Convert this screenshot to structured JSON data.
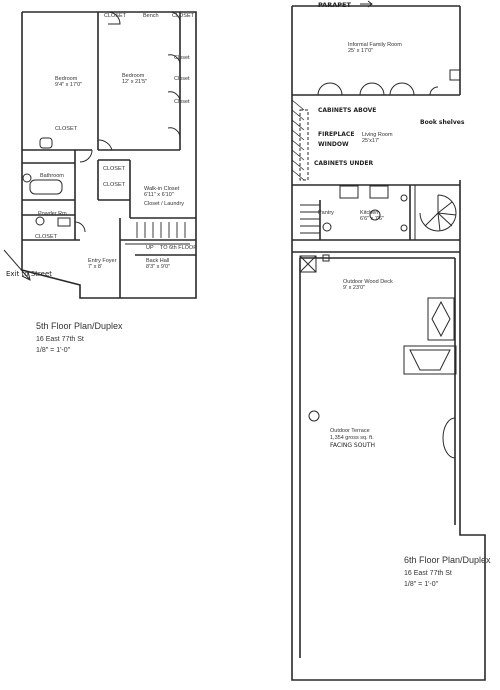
{
  "plan5": {
    "rooms": {
      "closet_top_left": "CLOSET",
      "bench": "Bench",
      "closet_top_right": "CLOSET",
      "bedroom1_name": "Bedroom",
      "bedroom1_size": "9'4\" x 17'0\"",
      "bedroom2_name": "Bedroom",
      "bedroom2_size": "12' x 21'5\"",
      "closet_right_1": "Closet",
      "closet_right_2": "Closet",
      "closet_right_3": "Closet",
      "closet_left": "CLOSET",
      "bathroom": "Bathroom",
      "closet_mid_1": "CLOSET",
      "closet_mid_2": "CLOSET",
      "walkin_name": "Walk-in Closet",
      "walkin_size": "6'11\" x 6'10\"",
      "closet_laundry": "Closet / Laundry",
      "powder": "Powder Rm.",
      "closet_powder": "CLOSET",
      "entry_name": "Entry Foyer",
      "entry_size": "7' x 8'",
      "up": "UP",
      "to_6th": "TO 6th FLOOR",
      "back_hall_name": "Back Hall",
      "back_hall_size": "8'3\" x 9'0\"",
      "exit": "Exit to Street"
    },
    "title": "5th Floor Plan/Duplex",
    "address": "16 East 77th St",
    "scale": "1/8\" = 1'-0\""
  },
  "plan6": {
    "parapet": "PARAPET",
    "rooms": {
      "family_name": "Informal Family Room",
      "family_size": "25' x 17'0\"",
      "cabinets_above": "CABINETS ABOVE",
      "books": "Book shelves",
      "fireplace": "FIREPLACE",
      "window": "WINDOW",
      "living_name": "Living Room",
      "living_size": "25'x17'",
      "cabinets_under": "CABINETS UNDER",
      "pantry": "Pantry",
      "kitchen_name": "Kitchen",
      "kitchen_size": "6'6\" x 7'6\"",
      "deck_name": "Outdoor Wood Deck",
      "deck_size": "9' x 23'0\"",
      "terrace_name": "Outdoor Terrace",
      "terrace_size": "1,354 gross sq. ft.",
      "facing": "FACING SOUTH"
    },
    "title": "6th Floor Plan/Duplex",
    "address": "16 East 77th St",
    "scale": "1/8\" = 1'-0\""
  }
}
